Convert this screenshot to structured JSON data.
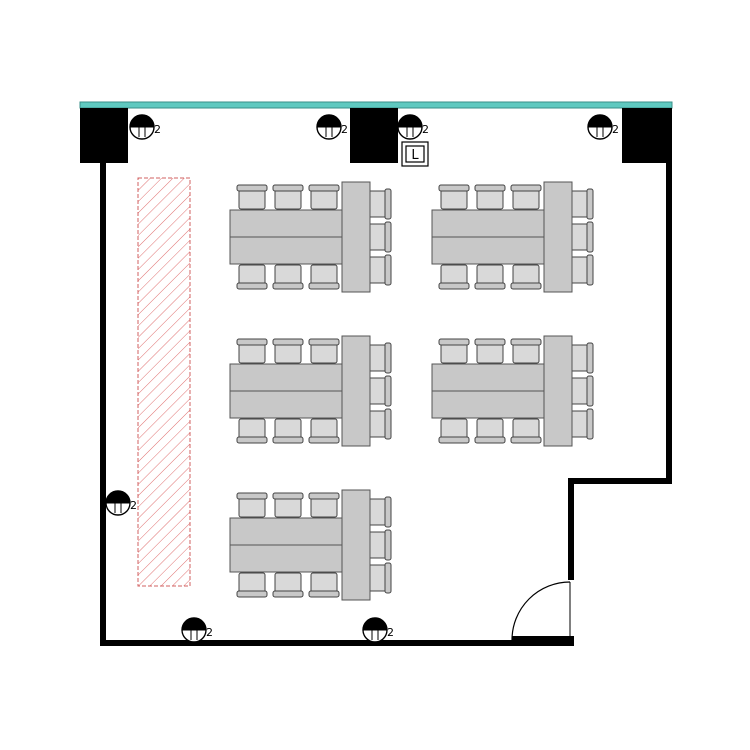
{
  "floor_plan": {
    "outlet_label": "2",
    "l_box_label": "L",
    "colors": {
      "window": "#5fc9c0",
      "wall": "#000000",
      "table": "#c8c8c8",
      "hatched_zone": "#e07070"
    },
    "icons": [
      "electrical-outlet-icon",
      "door-swing-icon",
      "hatched-area-icon"
    ],
    "table_groups_count": 5
  }
}
